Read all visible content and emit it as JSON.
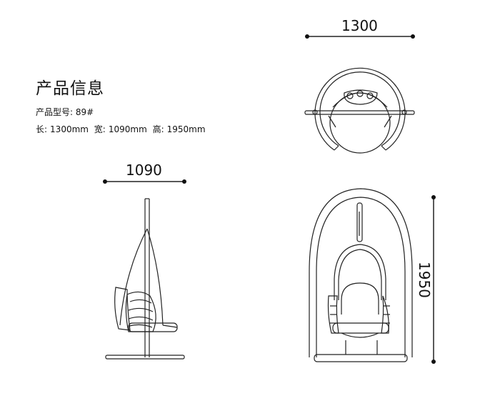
{
  "info": {
    "title": "产品信息",
    "model_label": "产品型号:",
    "model_value": "89#",
    "length_label": "长:",
    "length_value": "1300mm",
    "width_label": "宽:",
    "width_value": "1090mm",
    "height_label": "高:",
    "height_value": "1950mm"
  },
  "dimensions": {
    "top_width": "1300",
    "side_depth": "1090",
    "front_height": "1950"
  },
  "colors": {
    "line": "#222222",
    "background": "#ffffff"
  }
}
